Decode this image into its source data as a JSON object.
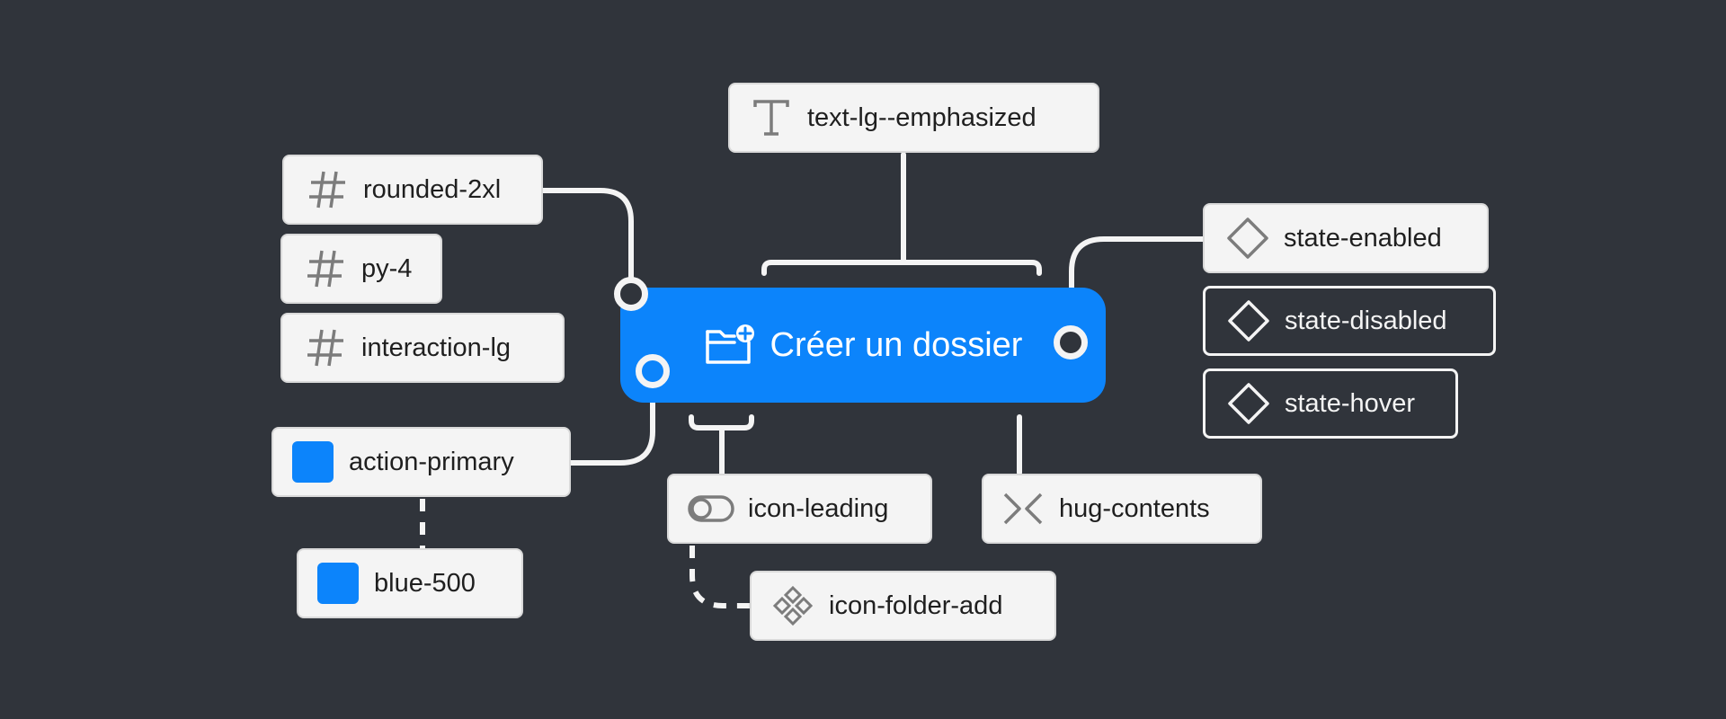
{
  "colors": {
    "background": "#30343b",
    "chip_bg": "#f4f4f4",
    "chip_text": "#1f1f1f",
    "icon_gray": "#7c7c7c",
    "accent_blue": "#0c84fb",
    "connector": "#f4f4f4"
  },
  "main_button": {
    "label": "Créer un dossier",
    "icon": "folder-add-icon"
  },
  "tokens": {
    "typography": {
      "label": "text-lg--emphasized",
      "icon": "text-type-icon"
    },
    "radius": {
      "label": "rounded-2xl",
      "icon": "hash-icon"
    },
    "padding": {
      "label": "py-4",
      "icon": "hash-icon"
    },
    "interaction": {
      "label": "interaction-lg",
      "icon": "hash-icon"
    },
    "color_action": {
      "label": "action-primary",
      "swatch": "#0c84fb"
    },
    "color_base": {
      "label": "blue-500",
      "swatch": "#0c84fb"
    },
    "icon_position": {
      "label": "icon-leading",
      "icon": "toggle-icon"
    },
    "icon_name": {
      "label": "icon-folder-add",
      "icon": "component-icon"
    },
    "sizing": {
      "label": "hug-contents",
      "icon": "hug-icon"
    }
  },
  "states": [
    {
      "label": "state-enabled",
      "icon": "diamond-icon",
      "style": "light"
    },
    {
      "label": "state-disabled",
      "icon": "diamond-icon",
      "style": "dark"
    },
    {
      "label": "state-hover",
      "icon": "diamond-icon",
      "style": "dark"
    }
  ]
}
